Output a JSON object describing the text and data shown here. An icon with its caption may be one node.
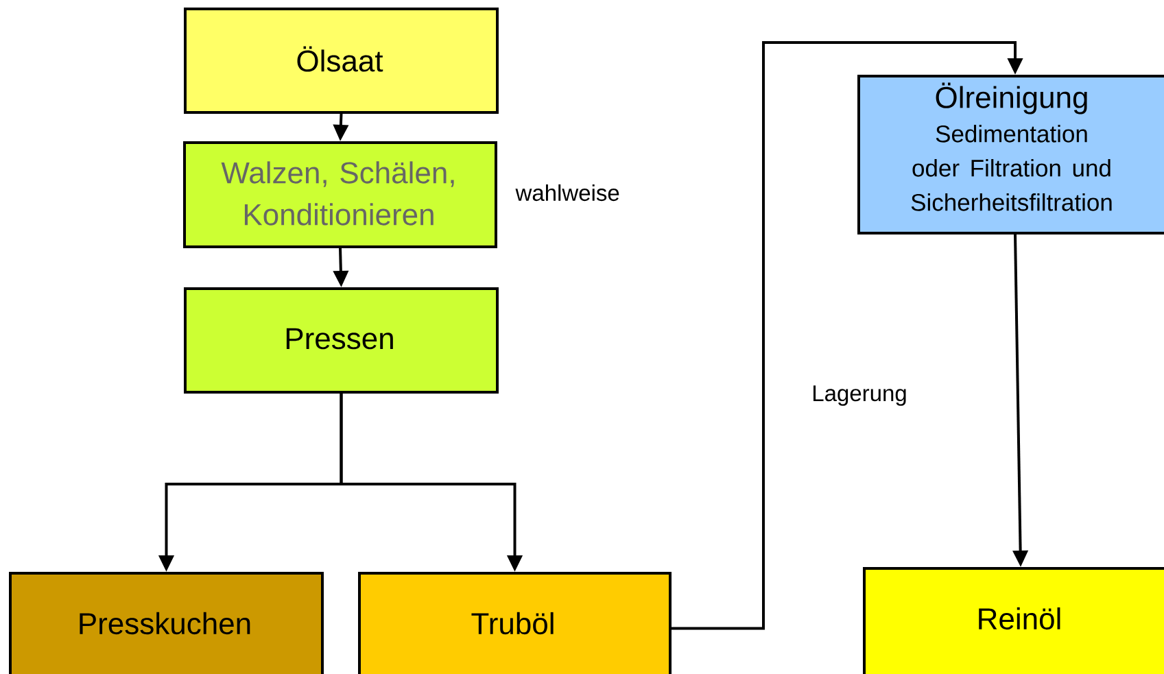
{
  "diagram": {
    "nodes": [
      {
        "text": [
          "Ölsaat"
        ]
      },
      {
        "text": [
          "Walzen, Schälen, Konditionieren"
        ],
        "beside": [
          "wahlweise"
        ]
      },
      {
        "text": [
          "Pressen"
        ]
      },
      {
        "text": [
          "Presskuchen"
        ]
      },
      {
        "text": [
          "Truböl"
        ]
      },
      {
        "text": [
          "Ölreinigung",
          "Sedimentation oder Filtration und Sicherheitsfiltration"
        ]
      },
      {
        "text": [
          "Reinöl"
        ]
      }
    ],
    "edges": [
      {
        "from": 0,
        "to": 1,
        "arrow": "to"
      },
      {
        "from": 1,
        "to": 2,
        "arrow": "to"
      },
      {
        "from": 2,
        "to": 3,
        "arrow": "to"
      },
      {
        "from": 2,
        "to": 4,
        "arrow": "to"
      },
      {
        "from": 4,
        "to": 5,
        "arrow": "to",
        "label": "Lagerung"
      },
      {
        "from": 5,
        "to": 6,
        "arrow": "to"
      }
    ]
  }
}
